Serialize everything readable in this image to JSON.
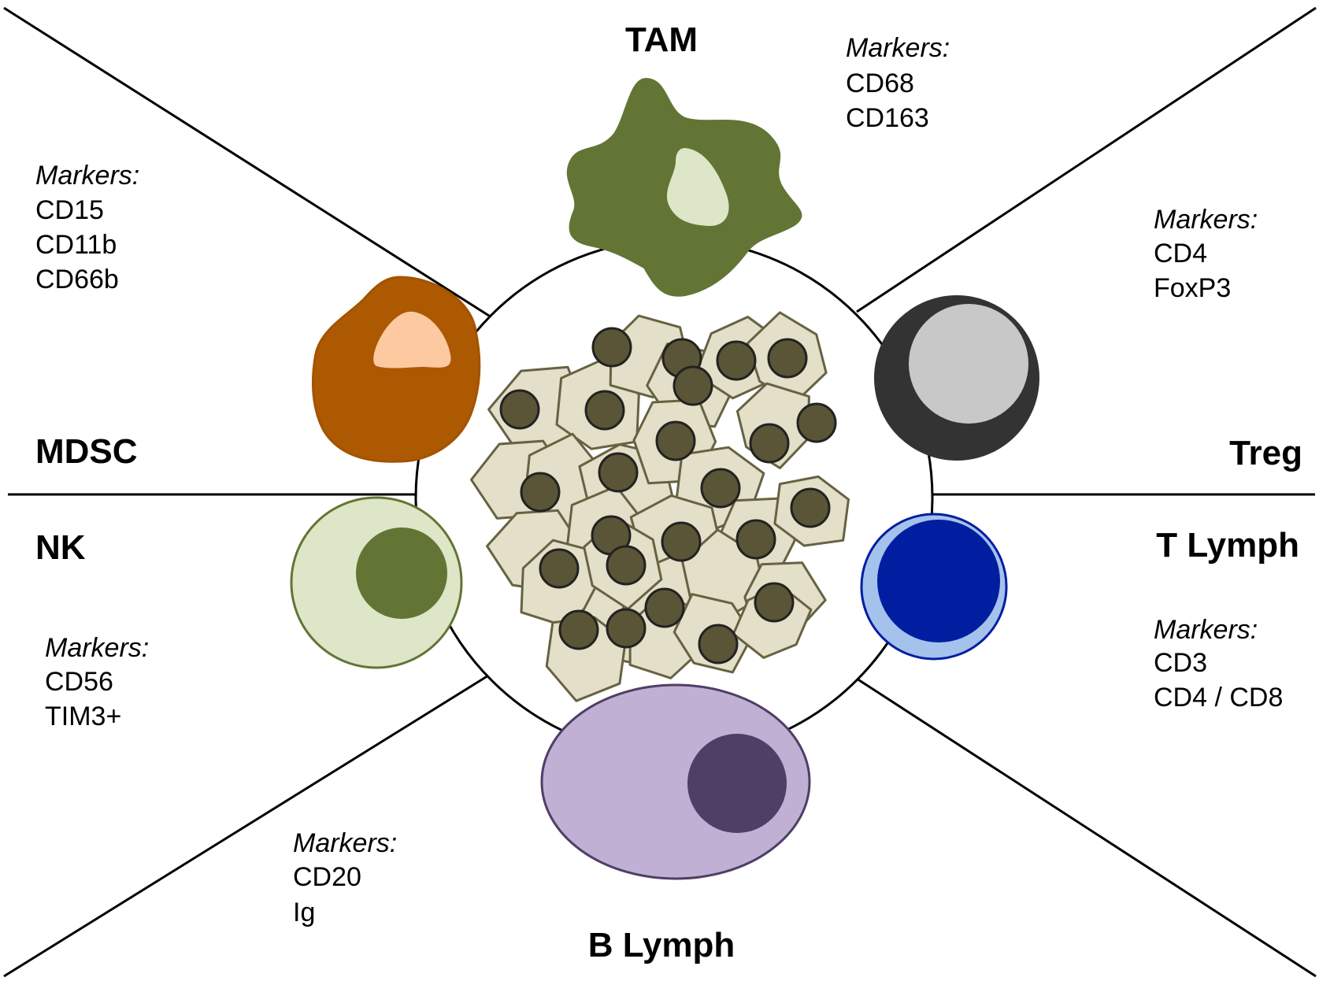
{
  "colors": {
    "line": "#000000",
    "tam_body": "#627535",
    "tam_nucleus": "#dde6c6",
    "mdsc_body": "#ad5902",
    "mdsc_nucleus": "#fcc9a0",
    "treg_body": "#333333",
    "treg_nucleus": "#c8c8c8",
    "nk_body": "#dde6c6",
    "nk_outline": "#627535",
    "nk_nucleus": "#627535",
    "tlymph_body": "#a4c2ec",
    "tlymph_outline": "#021ea0",
    "tlymph_nucleus": "#021ea0",
    "blymph_body": "#c0b0d4",
    "blymph_outline": "#4f3f66",
    "blymph_nucleus": "#4f3f66",
    "tumor_cell": "#e3dfc8",
    "tumor_outline": "#666242",
    "tumor_nucleus": "#595536"
  },
  "cells": {
    "tam": {
      "title": "TAM",
      "markers_heading": "Markers:",
      "markers": [
        "CD68",
        "CD163"
      ]
    },
    "mdsc": {
      "title": "MDSC",
      "markers_heading": "Markers:",
      "markers": [
        "CD15",
        "CD11b",
        "CD66b"
      ]
    },
    "treg": {
      "title": "Treg",
      "markers_heading": "Markers:",
      "markers": [
        "CD4",
        "FoxP3"
      ]
    },
    "nk": {
      "title": "NK",
      "markers_heading": "Markers:",
      "markers": [
        "CD56",
        "TIM3+"
      ]
    },
    "tlymph": {
      "title": "T Lymph",
      "markers_heading": "Markers:",
      "markers": [
        "CD3",
        "CD4 / CD8"
      ]
    },
    "blymph": {
      "title": "B Lymph",
      "markers_heading": "Markers:",
      "markers": [
        "CD20",
        "Ig"
      ]
    }
  },
  "center": {
    "icon": "tumor-cluster-icon"
  }
}
